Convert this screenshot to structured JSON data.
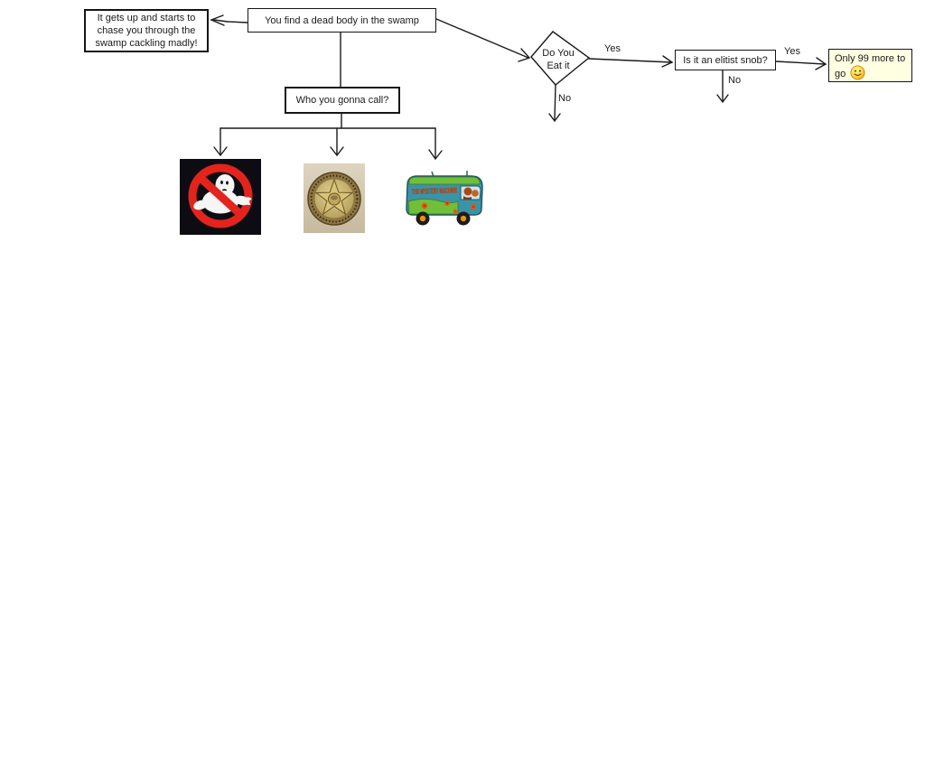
{
  "nodes": {
    "chase": {
      "lines": [
        "It gets up and starts to",
        "chase you through the",
        "swamp cackling madly!"
      ]
    },
    "find": {
      "label": "You find a dead body in the swamp"
    },
    "call": {
      "label": "Who you gonna call?"
    },
    "eat": {
      "lines": [
        "Do You",
        "Eat it"
      ]
    },
    "snob": {
      "label": "Is it an elitist snob?"
    },
    "win": {
      "lines": [
        "Only 99 more to",
        "go"
      ],
      "icon": "winking-smiley-icon",
      "bg": "#ffffe1"
    }
  },
  "edge_labels": {
    "eat_yes": "Yes",
    "eat_no": "No",
    "snob_yes": "Yes",
    "snob_no": "No"
  },
  "images": {
    "ghostbusters": {
      "name": "ghostbusters-logo"
    },
    "badge": {
      "name": "sheriff-star-badge"
    },
    "mystery_machine": {
      "name": "mystery-machine-van",
      "text": "THE MYSTERY MACHINE"
    }
  },
  "colors": {
    "line": "#1a1a1a",
    "note_bg": "#ffffe1",
    "ghostbusters_red": "#e3241d",
    "badge_gold": "#ccb97b",
    "badge_bg": "#d8cdb6",
    "van_teal": "#3b93a8",
    "van_green": "#6fbf3a",
    "van_orange": "#e8540a",
    "smiley_yellow": "#ffd93b"
  }
}
